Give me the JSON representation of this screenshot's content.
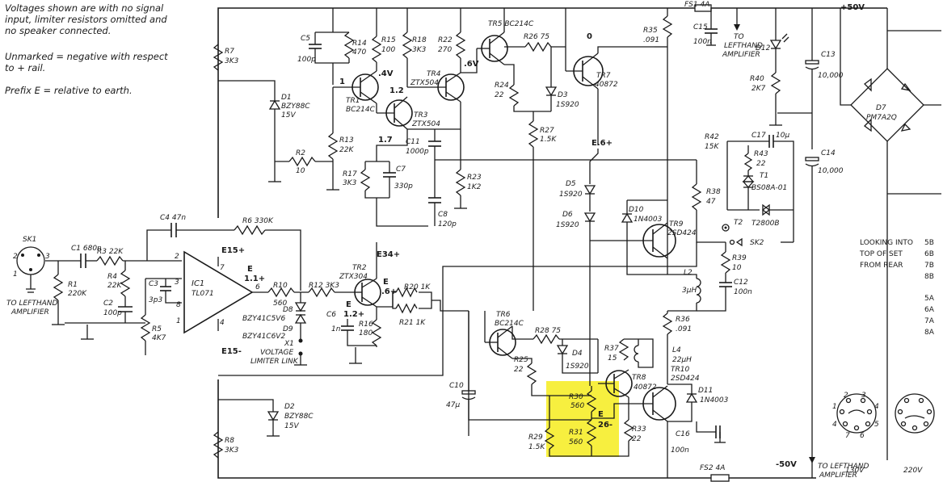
{
  "notes": {
    "n1": [
      "Voltages shown are with no signal",
      "input, limiter resistors omitted and",
      "no speaker connected."
    ],
    "n2": [
      "Unmarked = negative with respect",
      "to + rail."
    ],
    "n3": [
      "Prefix E = relative to earth."
    ]
  },
  "rails": {
    "pos": "+50V",
    "neg": "-50V",
    "to_left_top": [
      "TO",
      "LEFTHAND",
      "AMPLIFIER"
    ],
    "to_left_bottom": [
      "TO LEFTHAND",
      "AMPLIFIER"
    ],
    "to_left_input": [
      "TO LEFTHAND",
      "AMPLIFIER"
    ]
  },
  "fuses": {
    "fs1": "FS1 4A",
    "fs2": "FS2 4A"
  },
  "input": {
    "sk1": "SK1",
    "c1": "C1 680n",
    "r3": "R3 22K",
    "r1": [
      "R1",
      "220K"
    ],
    "r4": [
      "R4",
      "22K"
    ],
    "c2": [
      "C2",
      "100p"
    ],
    "r5": [
      "R5",
      "4K7"
    ],
    "c3": [
      "C3",
      "3p3"
    ]
  },
  "opamp": {
    "name": "IC1",
    "part": "TL071",
    "pins": [
      "2",
      "3",
      "7",
      "6",
      "8",
      "1",
      "4"
    ],
    "c4": "C4 47n",
    "r6": "R6 330K",
    "r10": [
      "R10",
      "560"
    ],
    "d8": [
      "D8",
      "BZY41C5V6"
    ],
    "d9": [
      "D9",
      "BZY41C6V2"
    ],
    "x1": [
      "X1",
      "VOLTAGE",
      "LIMITER LINK"
    ],
    "e15p": "E15+",
    "e15m": "E15-",
    "e11": [
      "E",
      "1.1+"
    ]
  },
  "driver": {
    "r12": "R12 3K3",
    "tr2": [
      "TR2",
      "ZTX304"
    ],
    "e12": [
      "E",
      "1.2+"
    ],
    "e6": [
      "E",
      ".6+"
    ],
    "c6": [
      "C6",
      "1n"
    ],
    "r16": [
      "R16",
      "180"
    ],
    "r20": "R20 1K",
    "r21": "R21 1K",
    "e34": "E34+"
  },
  "upper": {
    "r7": [
      "R7",
      "3K3"
    ],
    "c5": [
      "C5",
      "100p"
    ],
    "r14": [
      "R14",
      "470"
    ],
    "r15": [
      "R15",
      "100"
    ],
    "r18": [
      "R18",
      "3K3"
    ],
    "r22": [
      "R22",
      "270"
    ],
    "d1": [
      "D1",
      "BZY88C",
      "15V"
    ],
    "tr1": [
      "TR1",
      "BC214C"
    ],
    "tr3": [
      "TR3",
      "ZTX504"
    ],
    "tr4": [
      "TR4",
      "ZTX504"
    ],
    "r13": [
      "R13",
      "22K"
    ],
    "r2": [
      "R2",
      "10"
    ],
    "r17": [
      "R17",
      "3K3"
    ],
    "c7": [
      "C7",
      "330p"
    ],
    "c11": [
      "C11",
      "1000p"
    ],
    "c8": [
      "C8",
      "120p"
    ],
    "r23": [
      "R23",
      "1K2"
    ],
    "v_4": ".4V",
    "v_1": "1",
    "v_12": "1.2",
    "v_6": ".6V",
    "v_17": "1.7"
  },
  "output_top": {
    "tr5": "TR5 BC214C",
    "r26": "R26 75",
    "v0": "0",
    "tr7": [
      "TR7",
      "40872"
    ],
    "r24": [
      "R24",
      "22"
    ],
    "d3": [
      "D3",
      "1S920"
    ],
    "r27": [
      "R27",
      "1.5K"
    ],
    "r35": [
      "R35",
      ".091"
    ],
    "e6p": "E.6+",
    "d5": [
      "D5",
      "1S920"
    ],
    "d6": [
      "D6",
      "1S920"
    ],
    "d10": [
      "D10",
      "1N4003"
    ],
    "tr9": [
      "TR9",
      "2SD424"
    ],
    "r38": [
      "R38",
      "47"
    ]
  },
  "output_bottom": {
    "tr6": [
      "TR6",
      "BC214C"
    ],
    "r28": "R28 75",
    "d4": [
      "D4",
      "1S920"
    ],
    "r25": [
      "R25",
      "22"
    ],
    "r37": [
      "R37",
      "15"
    ],
    "tr8": [
      "TR8",
      "40872"
    ],
    "tr10": [
      "TR10",
      "2SD424"
    ],
    "d11": [
      "D11",
      "1N4003"
    ],
    "r30": [
      "R30",
      "560"
    ],
    "r31": [
      "R31",
      "560"
    ],
    "e26": [
      "E",
      "26-"
    ],
    "r29": [
      "R29",
      "1.5K"
    ],
    "r33": [
      "R33",
      "22"
    ],
    "c10": [
      "C10",
      "47μ"
    ],
    "c16": [
      "C16",
      "100n"
    ],
    "r36": [
      "R36",
      ".091"
    ],
    "l4": [
      "L4",
      "22μH"
    ]
  },
  "speaker": {
    "l2": [
      "L2",
      "3μH"
    ],
    "r39": [
      "R39",
      "10"
    ],
    "c12": [
      "C12",
      "100n"
    ],
    "sk2": "SK2",
    "t2": "T2",
    "r42": [
      "R42",
      "15K"
    ],
    "r43": [
      "R43",
      "22"
    ],
    "t1": [
      "T1",
      "BS08A-01"
    ],
    "t2800": "T2800B",
    "c17": "C17",
    "c17v": "10μ"
  },
  "psu": {
    "c15": [
      "C15",
      "100n"
    ],
    "d12": "D12",
    "r40": [
      "R40",
      "2K7"
    ],
    "c13": [
      "C13",
      "10,000"
    ],
    "c14": [
      "C14",
      "10,000"
    ],
    "d7": [
      "D7",
      "PM7A2Q"
    ],
    "r8": [
      "R8",
      "3K3"
    ],
    "d2": [
      "D2",
      "BZY88C",
      "15V"
    ]
  },
  "connector": {
    "title": [
      "LOOKING INTO",
      "TOP OF SET",
      "FROM REAR"
    ],
    "pins_right": [
      "5B",
      "6B",
      "7B",
      "8B",
      "5A",
      "6A",
      "7A",
      "8A"
    ],
    "v130": "130V",
    "v220": "220V",
    "socket_nums": [
      "2",
      "3",
      "1",
      "4",
      "4",
      "7",
      "6",
      "5"
    ]
  },
  "colors": {
    "ink": "#1a1a1a",
    "highlight": "#f7ef3f"
  }
}
